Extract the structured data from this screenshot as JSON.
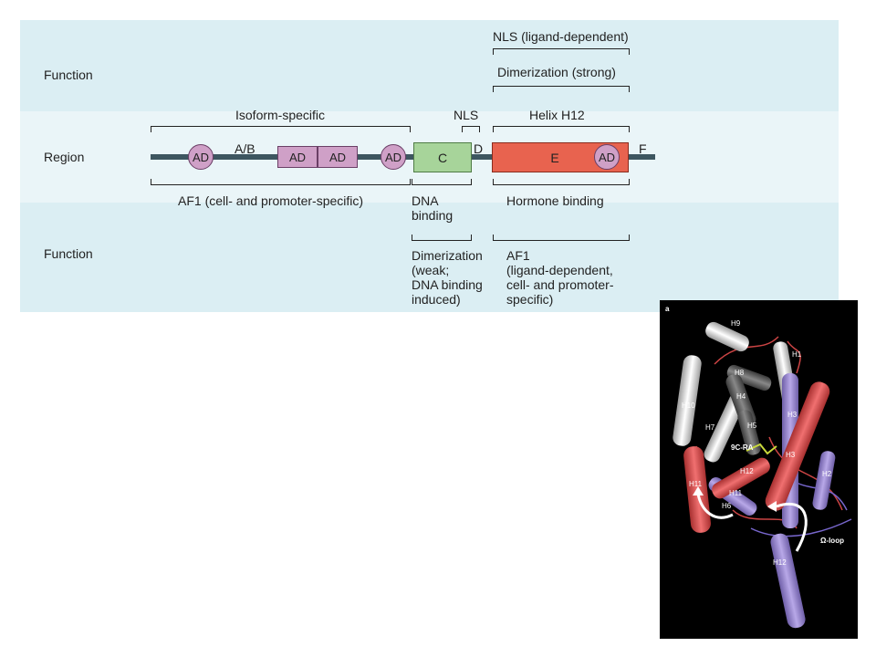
{
  "diagram": {
    "row_labels": {
      "function_top": "Function",
      "region": "Region",
      "function_bottom": "Function"
    },
    "top_functions": {
      "nls_ligand": "NLS (ligand-dependent)",
      "dimerization_strong": "Dimerization (strong)"
    },
    "region_headers": {
      "isoform": "Isoform-specific",
      "nls": "NLS",
      "helix": "Helix H12"
    },
    "domains": {
      "ab": "A/B",
      "c": "C",
      "d": "D",
      "e": "E",
      "f": "F",
      "ad": "AD"
    },
    "bottom_labels": {
      "af1": "AF1 (cell- and promoter-specific)",
      "dna_binding": "DNA\nbinding",
      "hormone_binding": "Hormone binding",
      "dimerization_weak": "Dimerization\n(weak;\nDNA binding\ninduced)",
      "af1_ligand": "AF1\n(ligand-dependent,\ncell- and promoter-\nspecific)"
    },
    "colors": {
      "backbone": "#3d5660",
      "domain_c": "#a7d49a",
      "domain_e": "#e8634f",
      "ad": "#cfa0c7"
    }
  },
  "structure": {
    "panel_label": "a",
    "helices": [
      "H9",
      "H1",
      "H8",
      "H4",
      "H10",
      "H3",
      "H7",
      "H5",
      "H3",
      "9C-RA",
      "H12",
      "H2",
      "H11",
      "H11",
      "H6",
      "Ω-loop",
      "H12"
    ]
  }
}
